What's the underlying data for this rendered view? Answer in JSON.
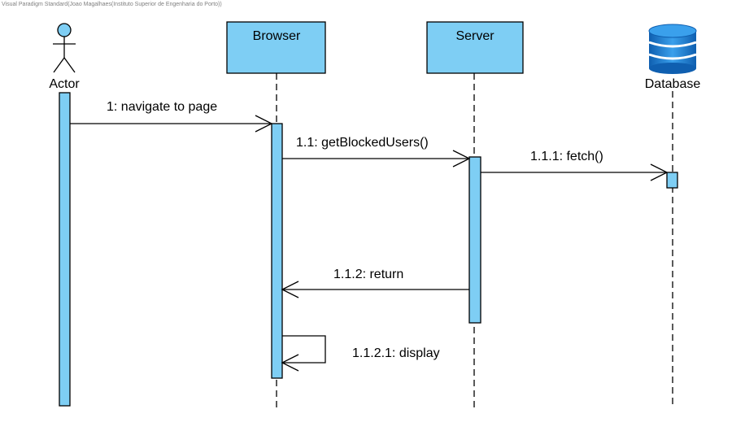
{
  "watermark": "Visual Paradigm Standard(Joao Magalhaes(Instituto Superior de Engenharia do Porto))",
  "colors": {
    "participant_fill": "#7ECEF4",
    "activation_fill": "#7ECEF4",
    "stroke": "#000000",
    "database_blue": "#1a7bd0"
  },
  "participants": {
    "actor": "Actor",
    "browser": "Browser",
    "server": "Server",
    "database": "Database"
  },
  "messages": {
    "m1": "1: navigate to page",
    "m1_1": "1.1: getBlockedUsers()",
    "m1_1_1": "1.1.1: fetch()",
    "m1_1_2": "1.1.2: return",
    "m1_1_2_1": "1.1.2.1: display"
  },
  "icons": {
    "actor": "stick-figure-icon",
    "database": "database-cylinder-icon"
  }
}
